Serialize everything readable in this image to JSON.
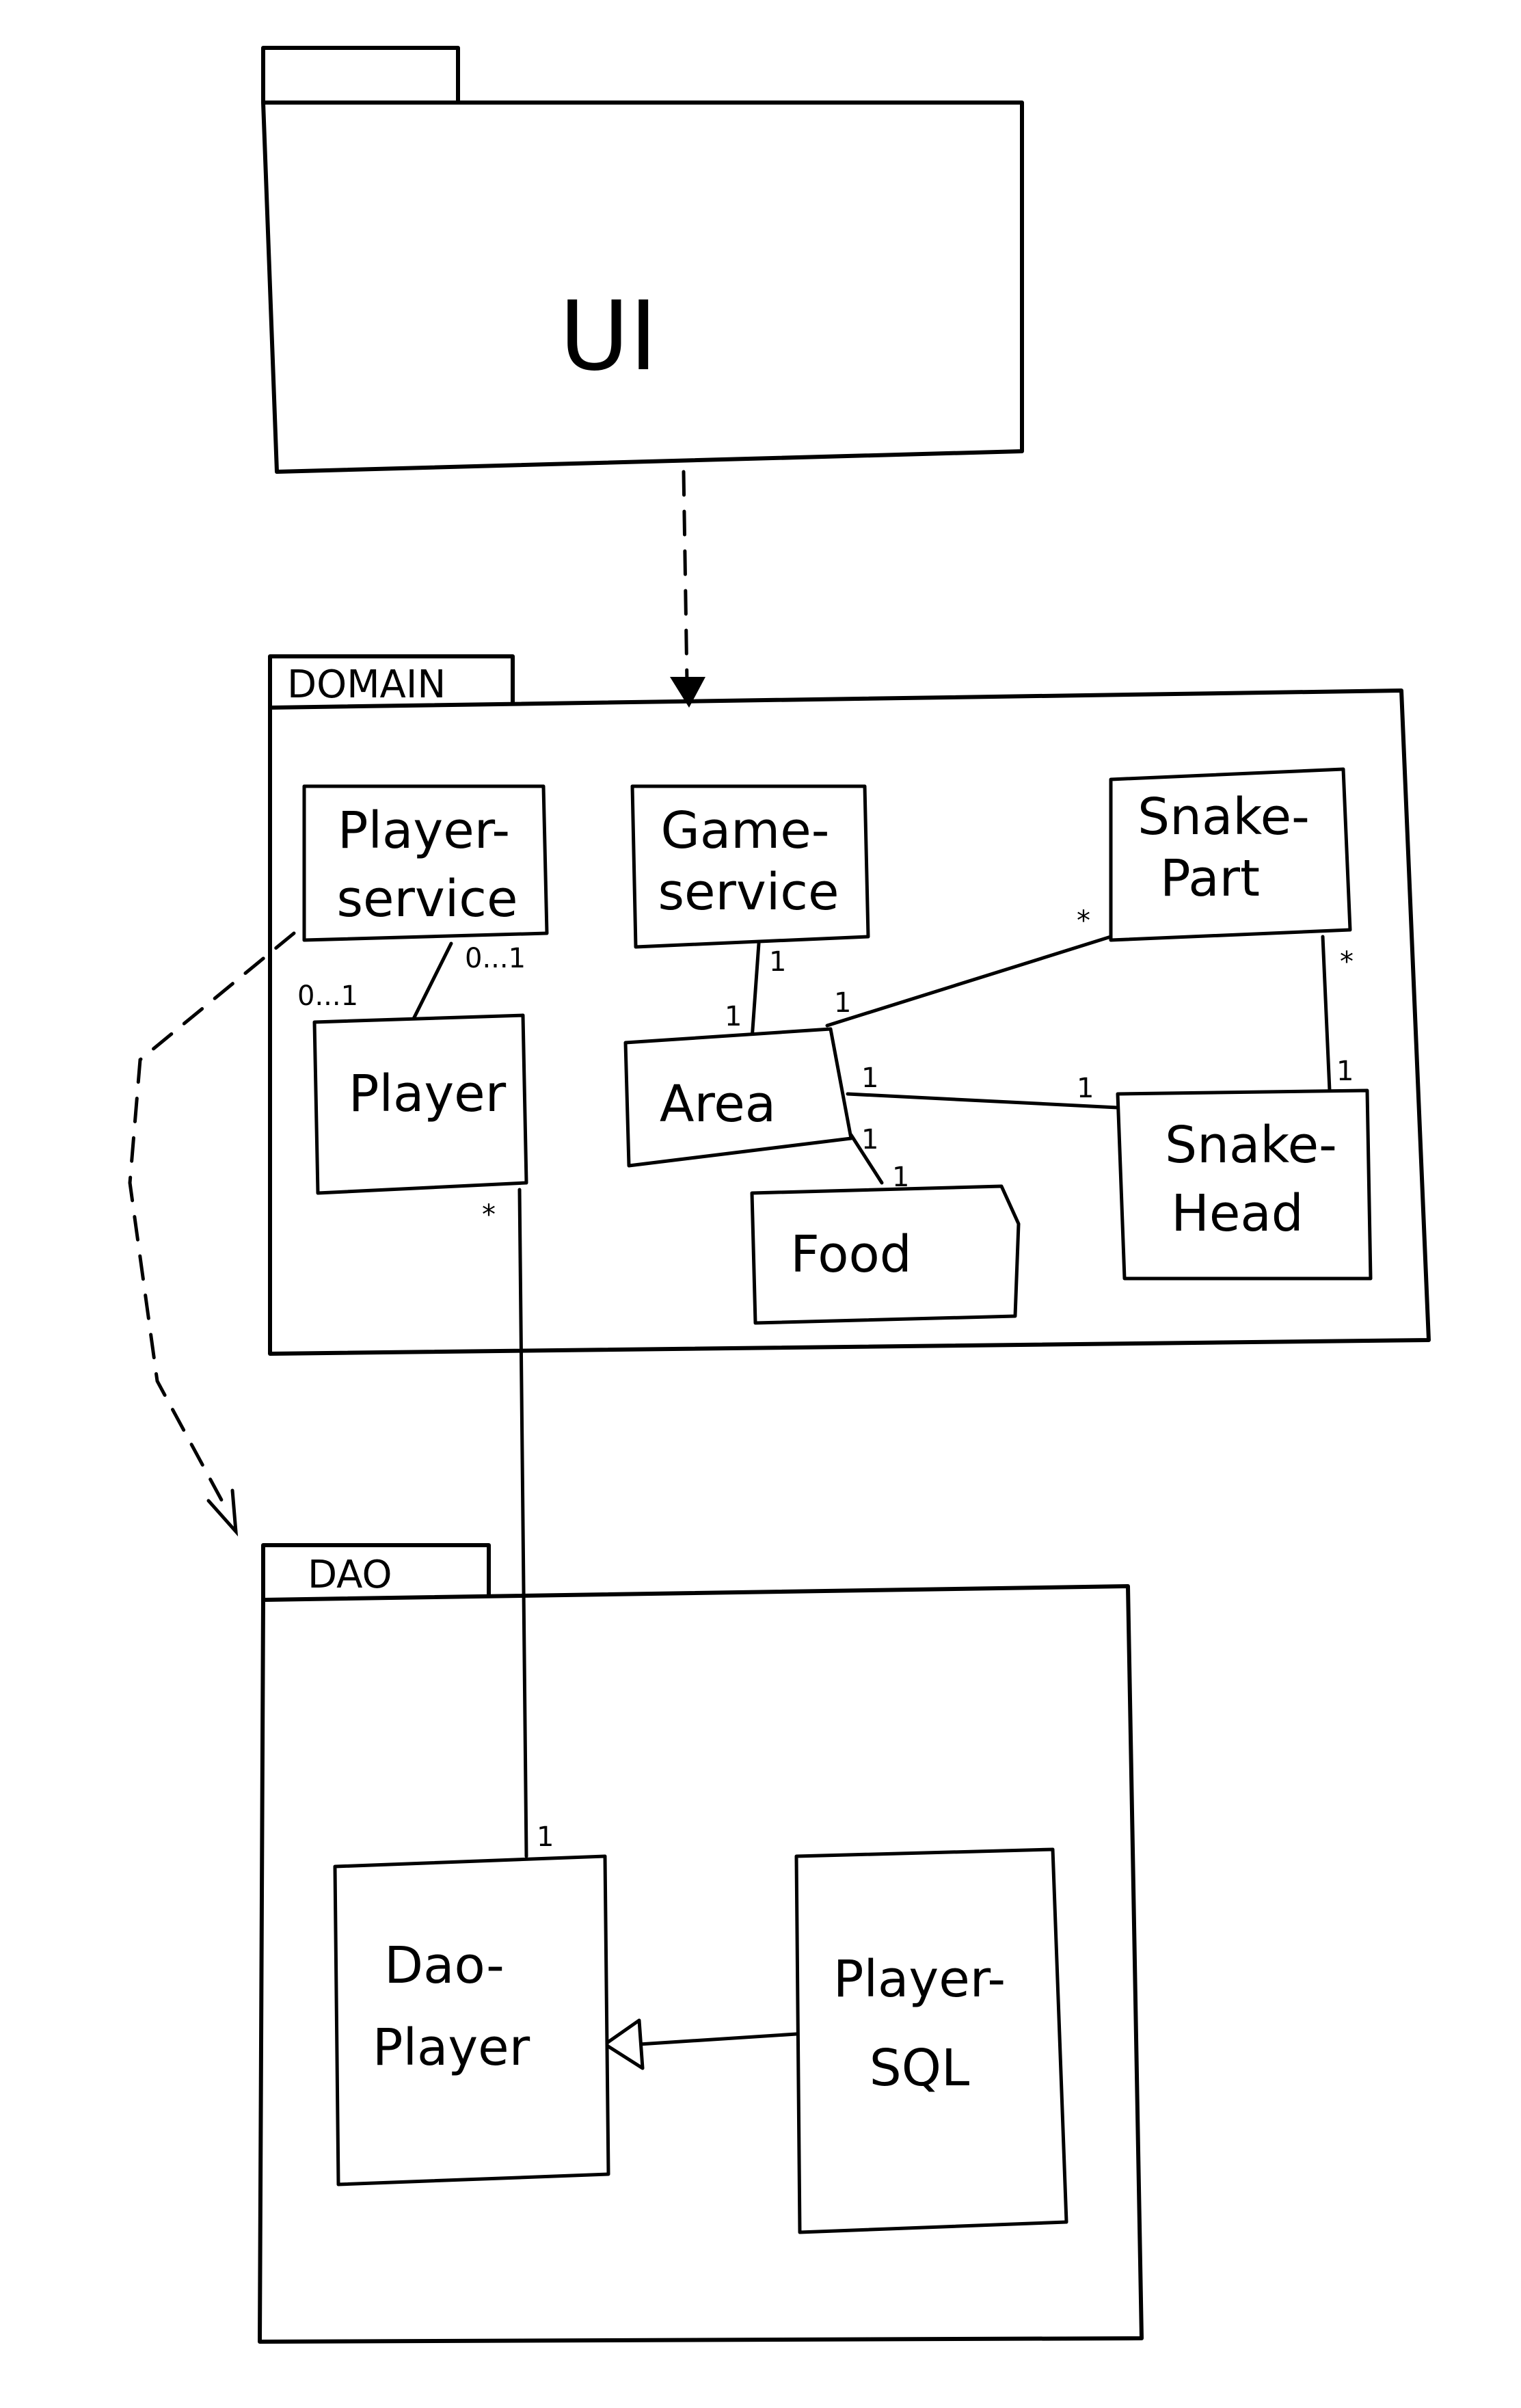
{
  "packages": {
    "ui": {
      "name": "UI"
    },
    "domain": {
      "name": "DOMAIN"
    },
    "dao": {
      "name": "DAO"
    }
  },
  "classes": {
    "player_service": {
      "line1": "Player-",
      "line2": "service"
    },
    "game_service": {
      "line1": "Game-",
      "line2": "service"
    },
    "snake_part": {
      "line1": "Snake-",
      "line2": "Part"
    },
    "player": {
      "name": "Player"
    },
    "area": {
      "name": "Area"
    },
    "food": {
      "name": "Food"
    },
    "snake_head": {
      "line1": "Snake-",
      "line2": "Head"
    },
    "dao_player": {
      "line1": "Dao-",
      "line2": "Player"
    },
    "player_sql": {
      "line1": "Player-",
      "line2": "SQL"
    }
  },
  "multiplicities": {
    "playerservice_player_service_end": "0...1",
    "playerservice_player_player_end": "0...1",
    "gameservice_area_service_end": "1",
    "gameservice_area_area_end": "1",
    "area_snakepart_area_end": "1",
    "area_snakepart_part_end": "*",
    "area_snakehead_area_end": "1",
    "area_snakehead_head_end": "1",
    "area_food_area_end": "1",
    "area_food_food_end": "1",
    "snakepart_snakehead_part_end": "*",
    "snakepart_snakehead_head_end": "1",
    "player_daoplayer_player_end": "*",
    "player_daoplayer_dao_end": "1"
  }
}
